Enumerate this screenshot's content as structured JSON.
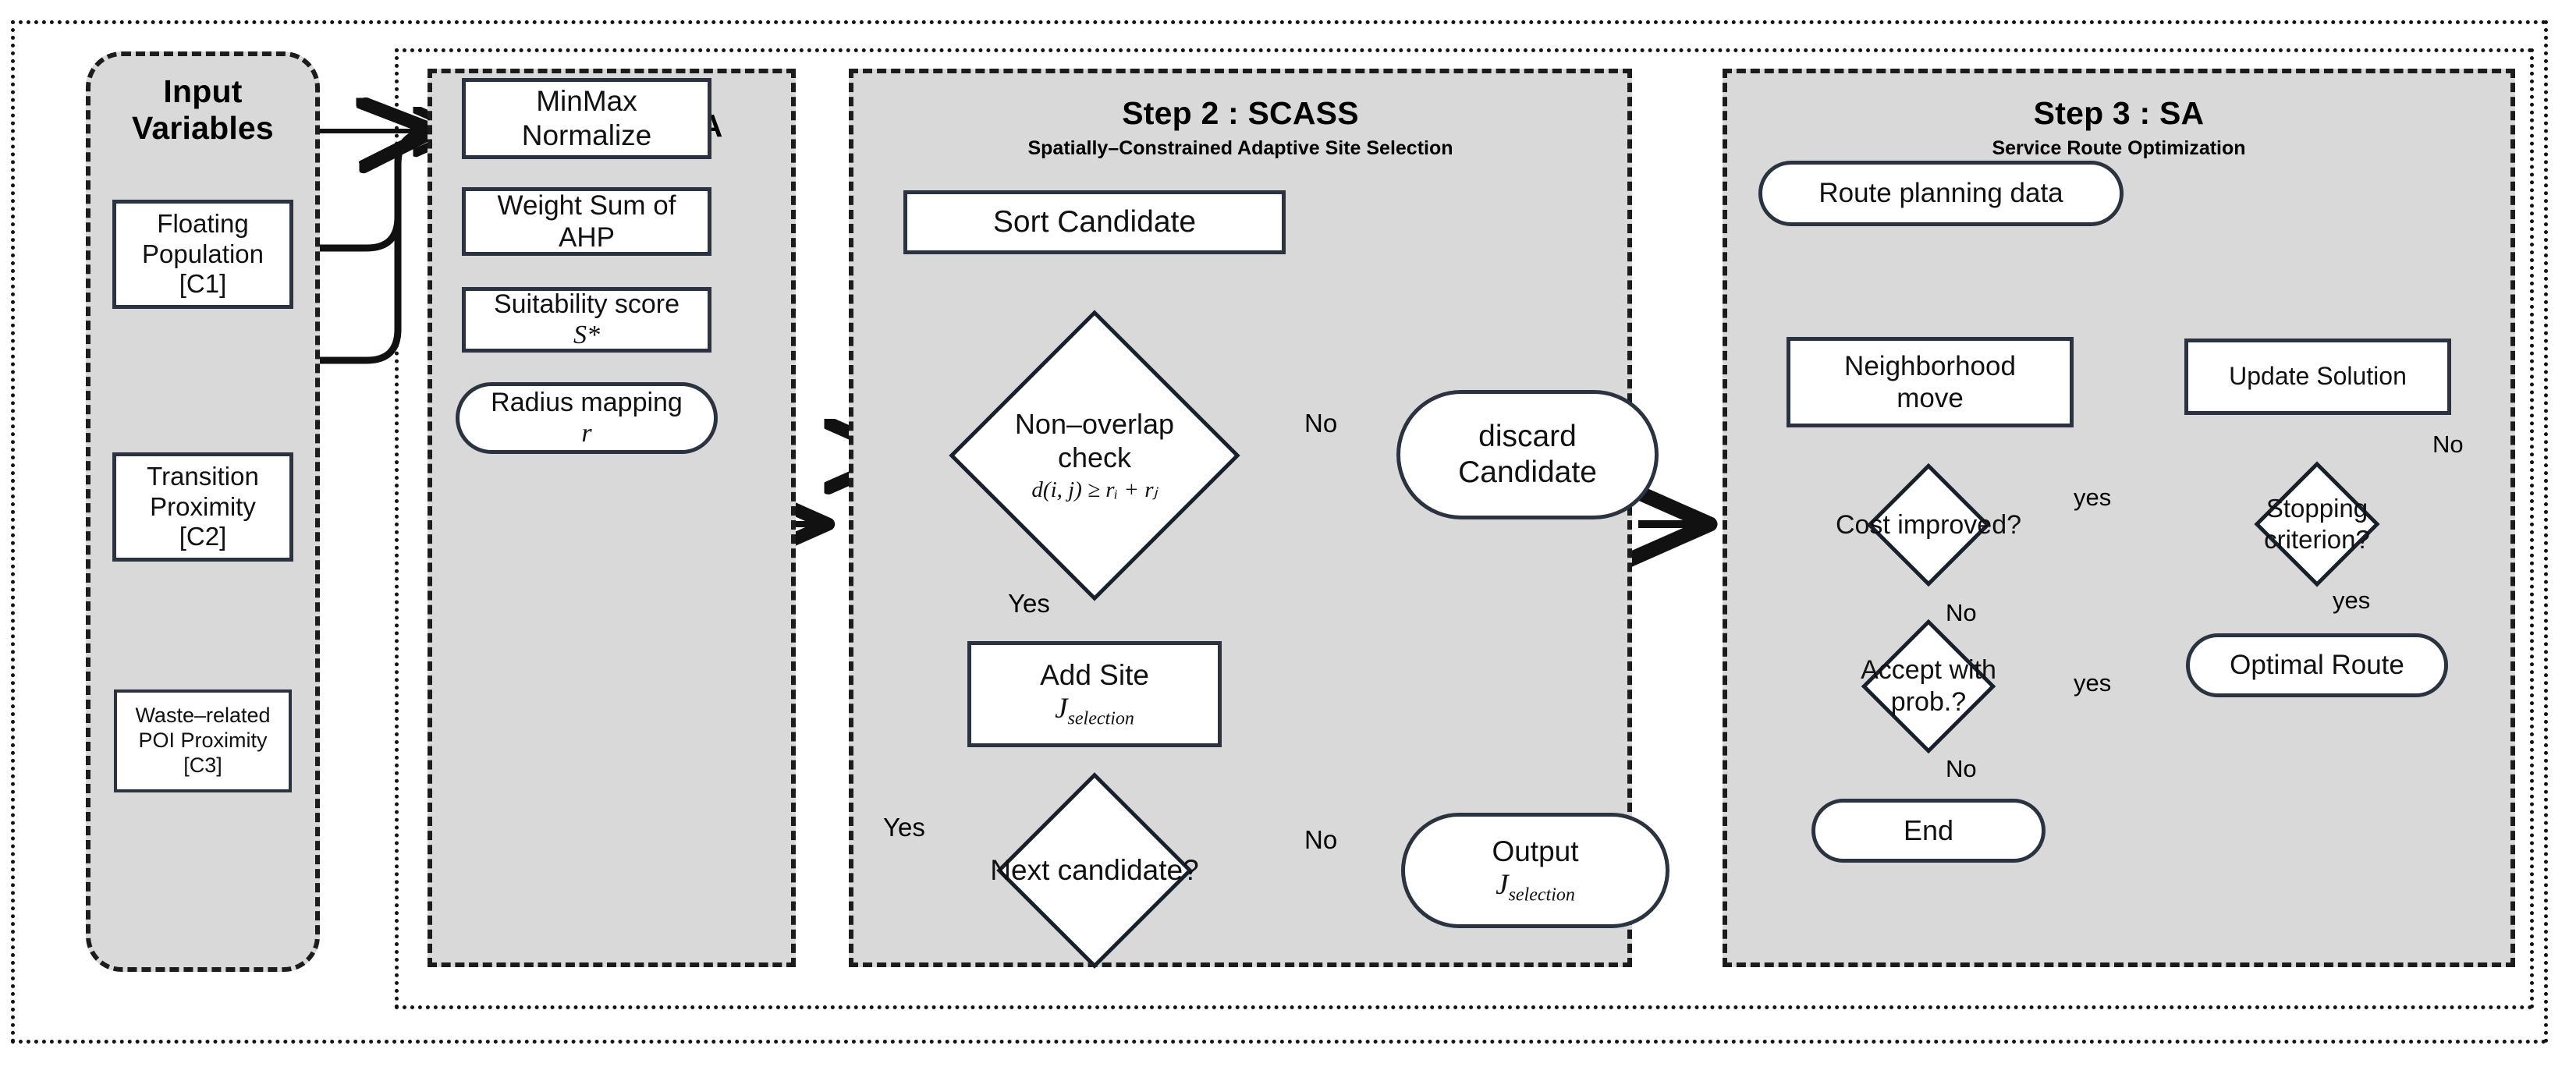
{
  "frames": {
    "outer": "outer-dotted-frame",
    "inner": "inner-dotted-frame"
  },
  "input_panel": {
    "title_line1": "Input",
    "title_line2": "Variables",
    "items": [
      {
        "line1": "Floating",
        "line2": "Population",
        "line3": "[C1]"
      },
      {
        "line1": "Transition",
        "line2": "Proximity",
        "line3": "[C2]"
      },
      {
        "line1": "Waste–related",
        "line2": "POI Proximity",
        "line3": "[C3]"
      }
    ]
  },
  "step1": {
    "title": "Step 1 : MCDA",
    "nodes": {
      "normalize_l1": "MinMax",
      "normalize_l2": "Normalize",
      "weightsum_l1": "Weight Sum of",
      "weightsum_l2": "AHP",
      "suitability_l1": "Suitability score",
      "suitability_l2": "S*",
      "radius_l1": "Radius mapping",
      "radius_l2": "r"
    }
  },
  "step2": {
    "title": "Step 2 : SCASS",
    "subtitle": "Spatially–Constrained Adaptive Site Selection",
    "nodes": {
      "sort_candidate": "Sort Candidate",
      "nonoverlap_l1": "Non–overlap",
      "nonoverlap_l2": "check",
      "nonoverlap_formula": "d(i, j) ≥ rᵢ + rⱼ",
      "discard_l1": "discard",
      "discard_l2": "Candidate",
      "addsite_l1": "Add Site",
      "addsite_l2": "J",
      "addsite_sub": "selection",
      "next_candidate": "Next candidate?",
      "output_l1": "Output",
      "output_l2": "J",
      "output_sub": "selection"
    },
    "edges": {
      "no_top": "No",
      "yes_down": "Yes",
      "yes_loop": "Yes",
      "no_right": "No"
    }
  },
  "step3": {
    "title": "Step 3 : SA",
    "subtitle": "Service Route Optimization",
    "nodes": {
      "route_data": "Route planning data",
      "neighborhood_l1": "Neighborhood",
      "neighborhood_l2": "move",
      "cost_improved": "Cost improved?",
      "accept_l1": "Accept with",
      "accept_l2": "prob.?",
      "end": "End",
      "update_solution": "Update Solution",
      "stopping_l1": "Stopping",
      "stopping_l2": "criterion?",
      "optimal_route": "Optimal Route"
    },
    "edges": {
      "cost_yes": "yes",
      "cost_no": "No",
      "accept_yes": "yes",
      "accept_no": "No",
      "stopping_no": "No",
      "stopping_yes": "yes"
    }
  },
  "colors": {
    "panel_fill": "#d9d9d9",
    "node_stroke": "#2b3240",
    "line": "#111111",
    "page_bg": "#ffffff"
  }
}
